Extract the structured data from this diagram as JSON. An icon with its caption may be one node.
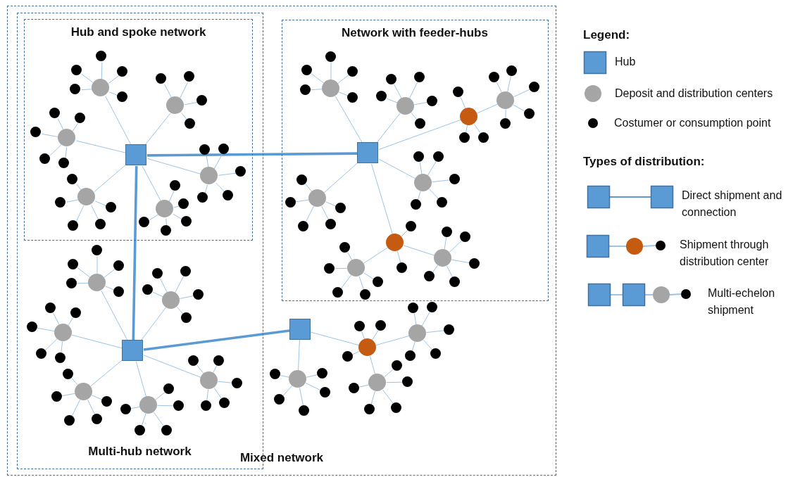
{
  "diagram": {
    "nodes": [
      {
        "text": [
          "Mixed network"
        ]
      },
      {
        "text": [
          "Multi-hub network"
        ],
        "in": 0
      },
      {
        "text": [
          "Hub and spoke network"
        ],
        "in": 1
      },
      {
        "text": [
          "Network with feeder-hubs"
        ],
        "in": 0
      },
      {
        "text": [],
        "shape": "box",
        "in": 2
      },
      {
        "text": [],
        "shape": "circle",
        "in": 2
      },
      {
        "text": [],
        "shape": "dot",
        "in": 2
      },
      {
        "text": [],
        "shape": "dot",
        "in": 2
      },
      {
        "text": [],
        "shape": "dot",
        "in": 2
      },
      {
        "text": [],
        "shape": "dot",
        "in": 2
      },
      {
        "text": [],
        "shape": "dot",
        "in": 2
      },
      {
        "text": [],
        "shape": "circle",
        "in": 2
      },
      {
        "text": [],
        "shape": "dot",
        "in": 2
      },
      {
        "text": [],
        "shape": "dot",
        "in": 2
      },
      {
        "text": [],
        "shape": "dot",
        "in": 2
      },
      {
        "text": [],
        "shape": "dot",
        "in": 2
      },
      {
        "text": [],
        "shape": "circle",
        "in": 2
      },
      {
        "text": [],
        "shape": "dot",
        "in": 2
      },
      {
        "text": [],
        "shape": "dot",
        "in": 2
      },
      {
        "text": [],
        "shape": "dot",
        "in": 2
      },
      {
        "text": [],
        "shape": "dot",
        "in": 2
      },
      {
        "text": [],
        "shape": "dot",
        "in": 2
      },
      {
        "text": [],
        "shape": "circle",
        "in": 2
      },
      {
        "text": [],
        "shape": "dot",
        "in": 2
      },
      {
        "text": [],
        "shape": "dot",
        "in": 2
      },
      {
        "text": [],
        "shape": "dot",
        "in": 2
      },
      {
        "text": [],
        "shape": "dot",
        "in": 2
      },
      {
        "text": [],
        "shape": "dot",
        "in": 2
      },
      {
        "text": [],
        "shape": "circle",
        "in": 2
      },
      {
        "text": [],
        "shape": "dot",
        "in": 2
      },
      {
        "text": [],
        "shape": "dot",
        "in": 2
      },
      {
        "text": [],
        "shape": "dot",
        "in": 2
      },
      {
        "text": [],
        "shape": "dot",
        "in": 2
      },
      {
        "text": [],
        "shape": "dot",
        "in": 2
      },
      {
        "text": [],
        "shape": "circle",
        "in": 2
      },
      {
        "text": [],
        "shape": "dot",
        "in": 2
      },
      {
        "text": [],
        "shape": "dot",
        "in": 2
      },
      {
        "text": [],
        "shape": "dot",
        "in": 2
      },
      {
        "text": [],
        "shape": "dot",
        "in": 2
      },
      {
        "text": [],
        "shape": "dot",
        "in": 2
      },
      {
        "text": [],
        "shape": "box",
        "in": 3
      },
      {
        "text": [],
        "shape": "circle",
        "in": 3
      },
      {
        "text": [],
        "shape": "dot",
        "in": 3
      },
      {
        "text": [],
        "shape": "dot",
        "in": 3
      },
      {
        "text": [],
        "shape": "dot",
        "in": 3
      },
      {
        "text": [],
        "shape": "dot",
        "in": 3
      },
      {
        "text": [],
        "shape": "dot",
        "in": 3
      },
      {
        "text": [],
        "shape": "circle",
        "in": 3
      },
      {
        "text": [],
        "shape": "dot",
        "in": 3
      },
      {
        "text": [],
        "shape": "dot",
        "in": 3
      },
      {
        "text": [],
        "shape": "dot",
        "in": 3
      },
      {
        "text": [],
        "shape": "dot",
        "in": 3
      },
      {
        "text": [],
        "shape": "dot",
        "in": 3
      },
      {
        "text": [],
        "shape": "circle",
        "in": 3
      },
      {
        "text": [],
        "shape": "dot",
        "in": 3
      },
      {
        "text": [],
        "shape": "dot",
        "in": 3
      },
      {
        "text": [],
        "shape": "dot",
        "in": 3
      },
      {
        "text": [],
        "shape": "circle",
        "in": 3
      },
      {
        "text": [],
        "shape": "dot",
        "in": 3
      },
      {
        "text": [],
        "shape": "dot",
        "in": 3
      },
      {
        "text": [],
        "shape": "dot",
        "in": 3
      },
      {
        "text": [],
        "shape": "dot",
        "in": 3
      },
      {
        "text": [],
        "shape": "dot",
        "in": 3
      },
      {
        "text": [],
        "shape": "circle",
        "in": 3
      },
      {
        "text": [],
        "shape": "dot",
        "in": 3
      },
      {
        "text": [],
        "shape": "dot",
        "in": 3
      },
      {
        "text": [],
        "shape": "dot",
        "in": 3
      },
      {
        "text": [],
        "shape": "dot",
        "in": 3
      },
      {
        "text": [],
        "shape": "dot",
        "in": 3
      },
      {
        "text": [],
        "shape": "circle",
        "in": 3
      },
      {
        "text": [],
        "shape": "dot",
        "in": 3
      },
      {
        "text": [],
        "shape": "dot",
        "in": 3
      },
      {
        "text": [],
        "shape": "dot",
        "in": 3
      },
      {
        "text": [],
        "shape": "dot",
        "in": 3
      },
      {
        "text": [],
        "shape": "dot",
        "in": 3
      },
      {
        "text": [],
        "shape": "circle",
        "in": 3
      },
      {
        "text": [],
        "shape": "dot",
        "in": 3
      },
      {
        "text": [],
        "shape": "dot",
        "in": 3
      },
      {
        "text": [],
        "shape": "circle",
        "in": 3
      },
      {
        "text": [],
        "shape": "dot",
        "in": 3
      },
      {
        "text": [],
        "shape": "dot",
        "in": 3
      },
      {
        "text": [],
        "shape": "dot",
        "in": 3
      },
      {
        "text": [],
        "shape": "dot",
        "in": 3
      },
      {
        "text": [],
        "shape": "dot",
        "in": 3
      },
      {
        "text": [],
        "shape": "circle",
        "in": 3
      },
      {
        "text": [],
        "shape": "dot",
        "in": 3
      },
      {
        "text": [],
        "shape": "dot",
        "in": 3
      },
      {
        "text": [],
        "shape": "dot",
        "in": 3
      },
      {
        "text": [],
        "shape": "dot",
        "in": 3
      },
      {
        "text": [],
        "shape": "dot",
        "in": 3
      },
      {
        "text": [],
        "shape": "box",
        "in": 1
      },
      {
        "text": [],
        "shape": "circle",
        "in": 1
      },
      {
        "text": [],
        "shape": "dot",
        "in": 1
      },
      {
        "text": [],
        "shape": "dot",
        "in": 1
      },
      {
        "text": [],
        "shape": "dot",
        "in": 1
      },
      {
        "text": [],
        "shape": "dot",
        "in": 1
      },
      {
        "text": [],
        "shape": "dot",
        "in": 1
      },
      {
        "text": [],
        "shape": "circle",
        "in": 1
      },
      {
        "text": [],
        "shape": "dot",
        "in": 1
      },
      {
        "text": [],
        "shape": "dot",
        "in": 1
      },
      {
        "text": [],
        "shape": "dot",
        "in": 1
      },
      {
        "text": [],
        "shape": "dot",
        "in": 1
      },
      {
        "text": [],
        "shape": "dot",
        "in": 1
      },
      {
        "text": [],
        "shape": "circle",
        "in": 1
      },
      {
        "text": [],
        "shape": "dot",
        "in": 1
      },
      {
        "text": [],
        "shape": "dot",
        "in": 1
      },
      {
        "text": [],
        "shape": "dot",
        "in": 1
      },
      {
        "text": [],
        "shape": "dot",
        "in": 1
      },
      {
        "text": [],
        "shape": "dot",
        "in": 1
      },
      {
        "text": [],
        "shape": "circle",
        "in": 1
      },
      {
        "text": [],
        "shape": "dot",
        "in": 1
      },
      {
        "text": [],
        "shape": "dot",
        "in": 1
      },
      {
        "text": [],
        "shape": "dot",
        "in": 1
      },
      {
        "text": [],
        "shape": "dot",
        "in": 1
      },
      {
        "text": [],
        "shape": "dot",
        "in": 1
      },
      {
        "text": [],
        "shape": "circle",
        "in": 1
      },
      {
        "text": [],
        "shape": "dot",
        "in": 1
      },
      {
        "text": [],
        "shape": "dot",
        "in": 1
      },
      {
        "text": [],
        "shape": "dot",
        "in": 1
      },
      {
        "text": [],
        "shape": "dot",
        "in": 1
      },
      {
        "text": [],
        "shape": "dot",
        "in": 1
      },
      {
        "text": [],
        "shape": "circle",
        "in": 1
      },
      {
        "text": [],
        "shape": "dot",
        "in": 1
      },
      {
        "text": [],
        "shape": "dot",
        "in": 1
      },
      {
        "text": [],
        "shape": "dot",
        "in": 1
      },
      {
        "text": [],
        "shape": "dot",
        "in": 1
      },
      {
        "text": [],
        "shape": "dot",
        "in": 1
      },
      {
        "text": [],
        "shape": "box",
        "in": 0
      },
      {
        "text": [],
        "shape": "circle",
        "in": 0
      },
      {
        "text": [],
        "shape": "dot",
        "in": 0
      },
      {
        "text": [],
        "shape": "dot",
        "in": 0
      },
      {
        "text": [],
        "shape": "dot",
        "in": 0
      },
      {
        "text": [],
        "shape": "dot",
        "in": 0
      },
      {
        "text": [],
        "shape": "dot",
        "in": 0
      },
      {
        "text": [],
        "shape": "circle",
        "in": 0
      },
      {
        "text": [],
        "shape": "dot",
        "in": 0
      },
      {
        "text": [],
        "shape": "dot",
        "in": 0
      },
      {
        "text": [],
        "shape": "dot",
        "in": 0
      },
      {
        "text": [],
        "shape": "circle",
        "in": 0
      },
      {
        "text": [],
        "shape": "dot",
        "in": 0
      },
      {
        "text": [],
        "shape": "dot",
        "in": 0
      },
      {
        "text": [],
        "shape": "dot",
        "in": 0
      },
      {
        "text": [],
        "shape": "dot",
        "in": 0
      },
      {
        "text": [],
        "shape": "dot",
        "in": 0
      },
      {
        "text": [],
        "shape": "circle",
        "in": 0
      },
      {
        "text": [],
        "shape": "dot",
        "in": 0
      },
      {
        "text": [],
        "shape": "dot",
        "in": 0
      },
      {
        "text": [],
        "shape": "dot",
        "in": 0
      },
      {
        "text": [],
        "shape": "dot",
        "in": 0
      },
      {
        "text": [],
        "shape": "dot",
        "in": 0
      }
    ],
    "edges": [
      {
        "from": 4,
        "to": 40,
        "arrow": "none",
        "style": "thick"
      },
      {
        "from": 4,
        "to": 90,
        "arrow": "none",
        "style": "thick"
      },
      {
        "from": 90,
        "to": 127,
        "arrow": "none",
        "style": "thick"
      },
      {
        "from": 4,
        "to": 5,
        "arrow": "none"
      },
      {
        "from": 4,
        "to": 11,
        "arrow": "none"
      },
      {
        "from": 4,
        "to": 16,
        "arrow": "none"
      },
      {
        "from": 4,
        "to": 22,
        "arrow": "none"
      },
      {
        "from": 4,
        "to": 28,
        "arrow": "none"
      },
      {
        "from": 4,
        "to": 34,
        "arrow": "none"
      },
      {
        "from": 5,
        "to": 6,
        "arrow": "none"
      },
      {
        "from": 5,
        "to": 7,
        "arrow": "none"
      },
      {
        "from": 5,
        "to": 8,
        "arrow": "none"
      },
      {
        "from": 5,
        "to": 9,
        "arrow": "none"
      },
      {
        "from": 5,
        "to": 10,
        "arrow": "none"
      },
      {
        "from": 11,
        "to": 12,
        "arrow": "none"
      },
      {
        "from": 11,
        "to": 13,
        "arrow": "none"
      },
      {
        "from": 11,
        "to": 14,
        "arrow": "none"
      },
      {
        "from": 11,
        "to": 15,
        "arrow": "none"
      },
      {
        "from": 16,
        "to": 17,
        "arrow": "none"
      },
      {
        "from": 16,
        "to": 18,
        "arrow": "none"
      },
      {
        "from": 16,
        "to": 19,
        "arrow": "none"
      },
      {
        "from": 16,
        "to": 20,
        "arrow": "none"
      },
      {
        "from": 16,
        "to": 21,
        "arrow": "none"
      },
      {
        "from": 22,
        "to": 23,
        "arrow": "none"
      },
      {
        "from": 22,
        "to": 24,
        "arrow": "none"
      },
      {
        "from": 22,
        "to": 25,
        "arrow": "none"
      },
      {
        "from": 22,
        "to": 26,
        "arrow": "none"
      },
      {
        "from": 22,
        "to": 27,
        "arrow": "none"
      },
      {
        "from": 28,
        "to": 29,
        "arrow": "none"
      },
      {
        "from": 28,
        "to": 30,
        "arrow": "none"
      },
      {
        "from": 28,
        "to": 31,
        "arrow": "none"
      },
      {
        "from": 28,
        "to": 32,
        "arrow": "none"
      },
      {
        "from": 28,
        "to": 33,
        "arrow": "none"
      },
      {
        "from": 34,
        "to": 35,
        "arrow": "none"
      },
      {
        "from": 34,
        "to": 36,
        "arrow": "none"
      },
      {
        "from": 34,
        "to": 37,
        "arrow": "none"
      },
      {
        "from": 34,
        "to": 38,
        "arrow": "none"
      },
      {
        "from": 34,
        "to": 39,
        "arrow": "none"
      },
      {
        "from": 40,
        "to": 41,
        "arrow": "none"
      },
      {
        "from": 40,
        "to": 47,
        "arrow": "none"
      },
      {
        "from": 40,
        "to": 53,
        "arrow": "none"
      },
      {
        "from": 40,
        "to": 63,
        "arrow": "none"
      },
      {
        "from": 40,
        "to": 69,
        "arrow": "none"
      },
      {
        "from": 40,
        "to": 75,
        "arrow": "none"
      },
      {
        "from": 41,
        "to": 42,
        "arrow": "none"
      },
      {
        "from": 41,
        "to": 43,
        "arrow": "none"
      },
      {
        "from": 41,
        "to": 44,
        "arrow": "none"
      },
      {
        "from": 41,
        "to": 45,
        "arrow": "none"
      },
      {
        "from": 41,
        "to": 46,
        "arrow": "none"
      },
      {
        "from": 47,
        "to": 48,
        "arrow": "none"
      },
      {
        "from": 47,
        "to": 49,
        "arrow": "none"
      },
      {
        "from": 47,
        "to": 50,
        "arrow": "none"
      },
      {
        "from": 47,
        "to": 51,
        "arrow": "none"
      },
      {
        "from": 47,
        "to": 52,
        "arrow": "none"
      },
      {
        "from": 53,
        "to": 54,
        "arrow": "none"
      },
      {
        "from": 53,
        "to": 55,
        "arrow": "none"
      },
      {
        "from": 53,
        "to": 56,
        "arrow": "none"
      },
      {
        "from": 53,
        "to": 57,
        "arrow": "none"
      },
      {
        "from": 57,
        "to": 58,
        "arrow": "none"
      },
      {
        "from": 57,
        "to": 59,
        "arrow": "none"
      },
      {
        "from": 57,
        "to": 60,
        "arrow": "none"
      },
      {
        "from": 57,
        "to": 61,
        "arrow": "none"
      },
      {
        "from": 57,
        "to": 62,
        "arrow": "none"
      },
      {
        "from": 63,
        "to": 64,
        "arrow": "none"
      },
      {
        "from": 63,
        "to": 65,
        "arrow": "none"
      },
      {
        "from": 63,
        "to": 66,
        "arrow": "none"
      },
      {
        "from": 63,
        "to": 67,
        "arrow": "none"
      },
      {
        "from": 63,
        "to": 68,
        "arrow": "none"
      },
      {
        "from": 69,
        "to": 70,
        "arrow": "none"
      },
      {
        "from": 69,
        "to": 71,
        "arrow": "none"
      },
      {
        "from": 69,
        "to": 72,
        "arrow": "none"
      },
      {
        "from": 69,
        "to": 73,
        "arrow": "none"
      },
      {
        "from": 69,
        "to": 74,
        "arrow": "none"
      },
      {
        "from": 75,
        "to": 76,
        "arrow": "none"
      },
      {
        "from": 75,
        "to": 77,
        "arrow": "none"
      },
      {
        "from": 75,
        "to": 78,
        "arrow": "none"
      },
      {
        "from": 75,
        "to": 84,
        "arrow": "none"
      },
      {
        "from": 78,
        "to": 79,
        "arrow": "none"
      },
      {
        "from": 78,
        "to": 80,
        "arrow": "none"
      },
      {
        "from": 78,
        "to": 81,
        "arrow": "none"
      },
      {
        "from": 78,
        "to": 82,
        "arrow": "none"
      },
      {
        "from": 78,
        "to": 83,
        "arrow": "none"
      },
      {
        "from": 84,
        "to": 85,
        "arrow": "none"
      },
      {
        "from": 84,
        "to": 86,
        "arrow": "none"
      },
      {
        "from": 84,
        "to": 87,
        "arrow": "none"
      },
      {
        "from": 84,
        "to": 88,
        "arrow": "none"
      },
      {
        "from": 84,
        "to": 89,
        "arrow": "none"
      },
      {
        "from": 90,
        "to": 91,
        "arrow": "none"
      },
      {
        "from": 90,
        "to": 97,
        "arrow": "none"
      },
      {
        "from": 90,
        "to": 103,
        "arrow": "none"
      },
      {
        "from": 90,
        "to": 109,
        "arrow": "none"
      },
      {
        "from": 90,
        "to": 115,
        "arrow": "none"
      },
      {
        "from": 90,
        "to": 121,
        "arrow": "none"
      },
      {
        "from": 91,
        "to": 92,
        "arrow": "none"
      },
      {
        "from": 91,
        "to": 93,
        "arrow": "none"
      },
      {
        "from": 91,
        "to": 94,
        "arrow": "none"
      },
      {
        "from": 91,
        "to": 95,
        "arrow": "none"
      },
      {
        "from": 91,
        "to": 96,
        "arrow": "none"
      },
      {
        "from": 97,
        "to": 98,
        "arrow": "none"
      },
      {
        "from": 97,
        "to": 99,
        "arrow": "none"
      },
      {
        "from": 97,
        "to": 100,
        "arrow": "none"
      },
      {
        "from": 97,
        "to": 101,
        "arrow": "none"
      },
      {
        "from": 97,
        "to": 102,
        "arrow": "none"
      },
      {
        "from": 103,
        "to": 104,
        "arrow": "none"
      },
      {
        "from": 103,
        "to": 105,
        "arrow": "none"
      },
      {
        "from": 103,
        "to": 106,
        "arrow": "none"
      },
      {
        "from": 103,
        "to": 107,
        "arrow": "none"
      },
      {
        "from": 103,
        "to": 108,
        "arrow": "none"
      },
      {
        "from": 109,
        "to": 110,
        "arrow": "none"
      },
      {
        "from": 109,
        "to": 111,
        "arrow": "none"
      },
      {
        "from": 109,
        "to": 112,
        "arrow": "none"
      },
      {
        "from": 109,
        "to": 113,
        "arrow": "none"
      },
      {
        "from": 109,
        "to": 114,
        "arrow": "none"
      },
      {
        "from": 115,
        "to": 116,
        "arrow": "none"
      },
      {
        "from": 115,
        "to": 117,
        "arrow": "none"
      },
      {
        "from": 115,
        "to": 118,
        "arrow": "none"
      },
      {
        "from": 115,
        "to": 119,
        "arrow": "none"
      },
      {
        "from": 115,
        "to": 120,
        "arrow": "none"
      },
      {
        "from": 121,
        "to": 122,
        "arrow": "none"
      },
      {
        "from": 121,
        "to": 123,
        "arrow": "none"
      },
      {
        "from": 121,
        "to": 124,
        "arrow": "none"
      },
      {
        "from": 121,
        "to": 125,
        "arrow": "none"
      },
      {
        "from": 121,
        "to": 126,
        "arrow": "none"
      },
      {
        "from": 127,
        "to": 128,
        "arrow": "none"
      },
      {
        "from": 127,
        "to": 134,
        "arrow": "none"
      },
      {
        "from": 128,
        "to": 129,
        "arrow": "none"
      },
      {
        "from": 128,
        "to": 130,
        "arrow": "none"
      },
      {
        "from": 128,
        "to": 131,
        "arrow": "none"
      },
      {
        "from": 128,
        "to": 132,
        "arrow": "none"
      },
      {
        "from": 128,
        "to": 133,
        "arrow": "none"
      },
      {
        "from": 134,
        "to": 135,
        "arrow": "none"
      },
      {
        "from": 134,
        "to": 136,
        "arrow": "none"
      },
      {
        "from": 134,
        "to": 137,
        "arrow": "none"
      },
      {
        "from": 134,
        "to": 138,
        "arrow": "none"
      },
      {
        "from": 134,
        "to": 144,
        "arrow": "none"
      },
      {
        "from": 138,
        "to": 139,
        "arrow": "none"
      },
      {
        "from": 138,
        "to": 140,
        "arrow": "none"
      },
      {
        "from": 138,
        "to": 141,
        "arrow": "none"
      },
      {
        "from": 138,
        "to": 142,
        "arrow": "none"
      },
      {
        "from": 138,
        "to": 143,
        "arrow": "none"
      },
      {
        "from": 144,
        "to": 145,
        "arrow": "none"
      },
      {
        "from": 144,
        "to": 146,
        "arrow": "none"
      },
      {
        "from": 144,
        "to": 147,
        "arrow": "none"
      },
      {
        "from": 144,
        "to": 148,
        "arrow": "none"
      },
      {
        "from": 144,
        "to": 149,
        "arrow": "none"
      }
    ],
    "labels": [
      "Legend:",
      "Types of distribution:"
    ],
    "legend": [
      {
        "text": "Hub"
      },
      {
        "text": "Deposit and distribution centers"
      },
      {
        "text": "Costumer or consumption point"
      },
      {
        "text": "Direct shipment and connection"
      },
      {
        "text": "Shipment through distribution center"
      },
      {
        "text": "Multi-echelon shipment"
      }
    ]
  }
}
